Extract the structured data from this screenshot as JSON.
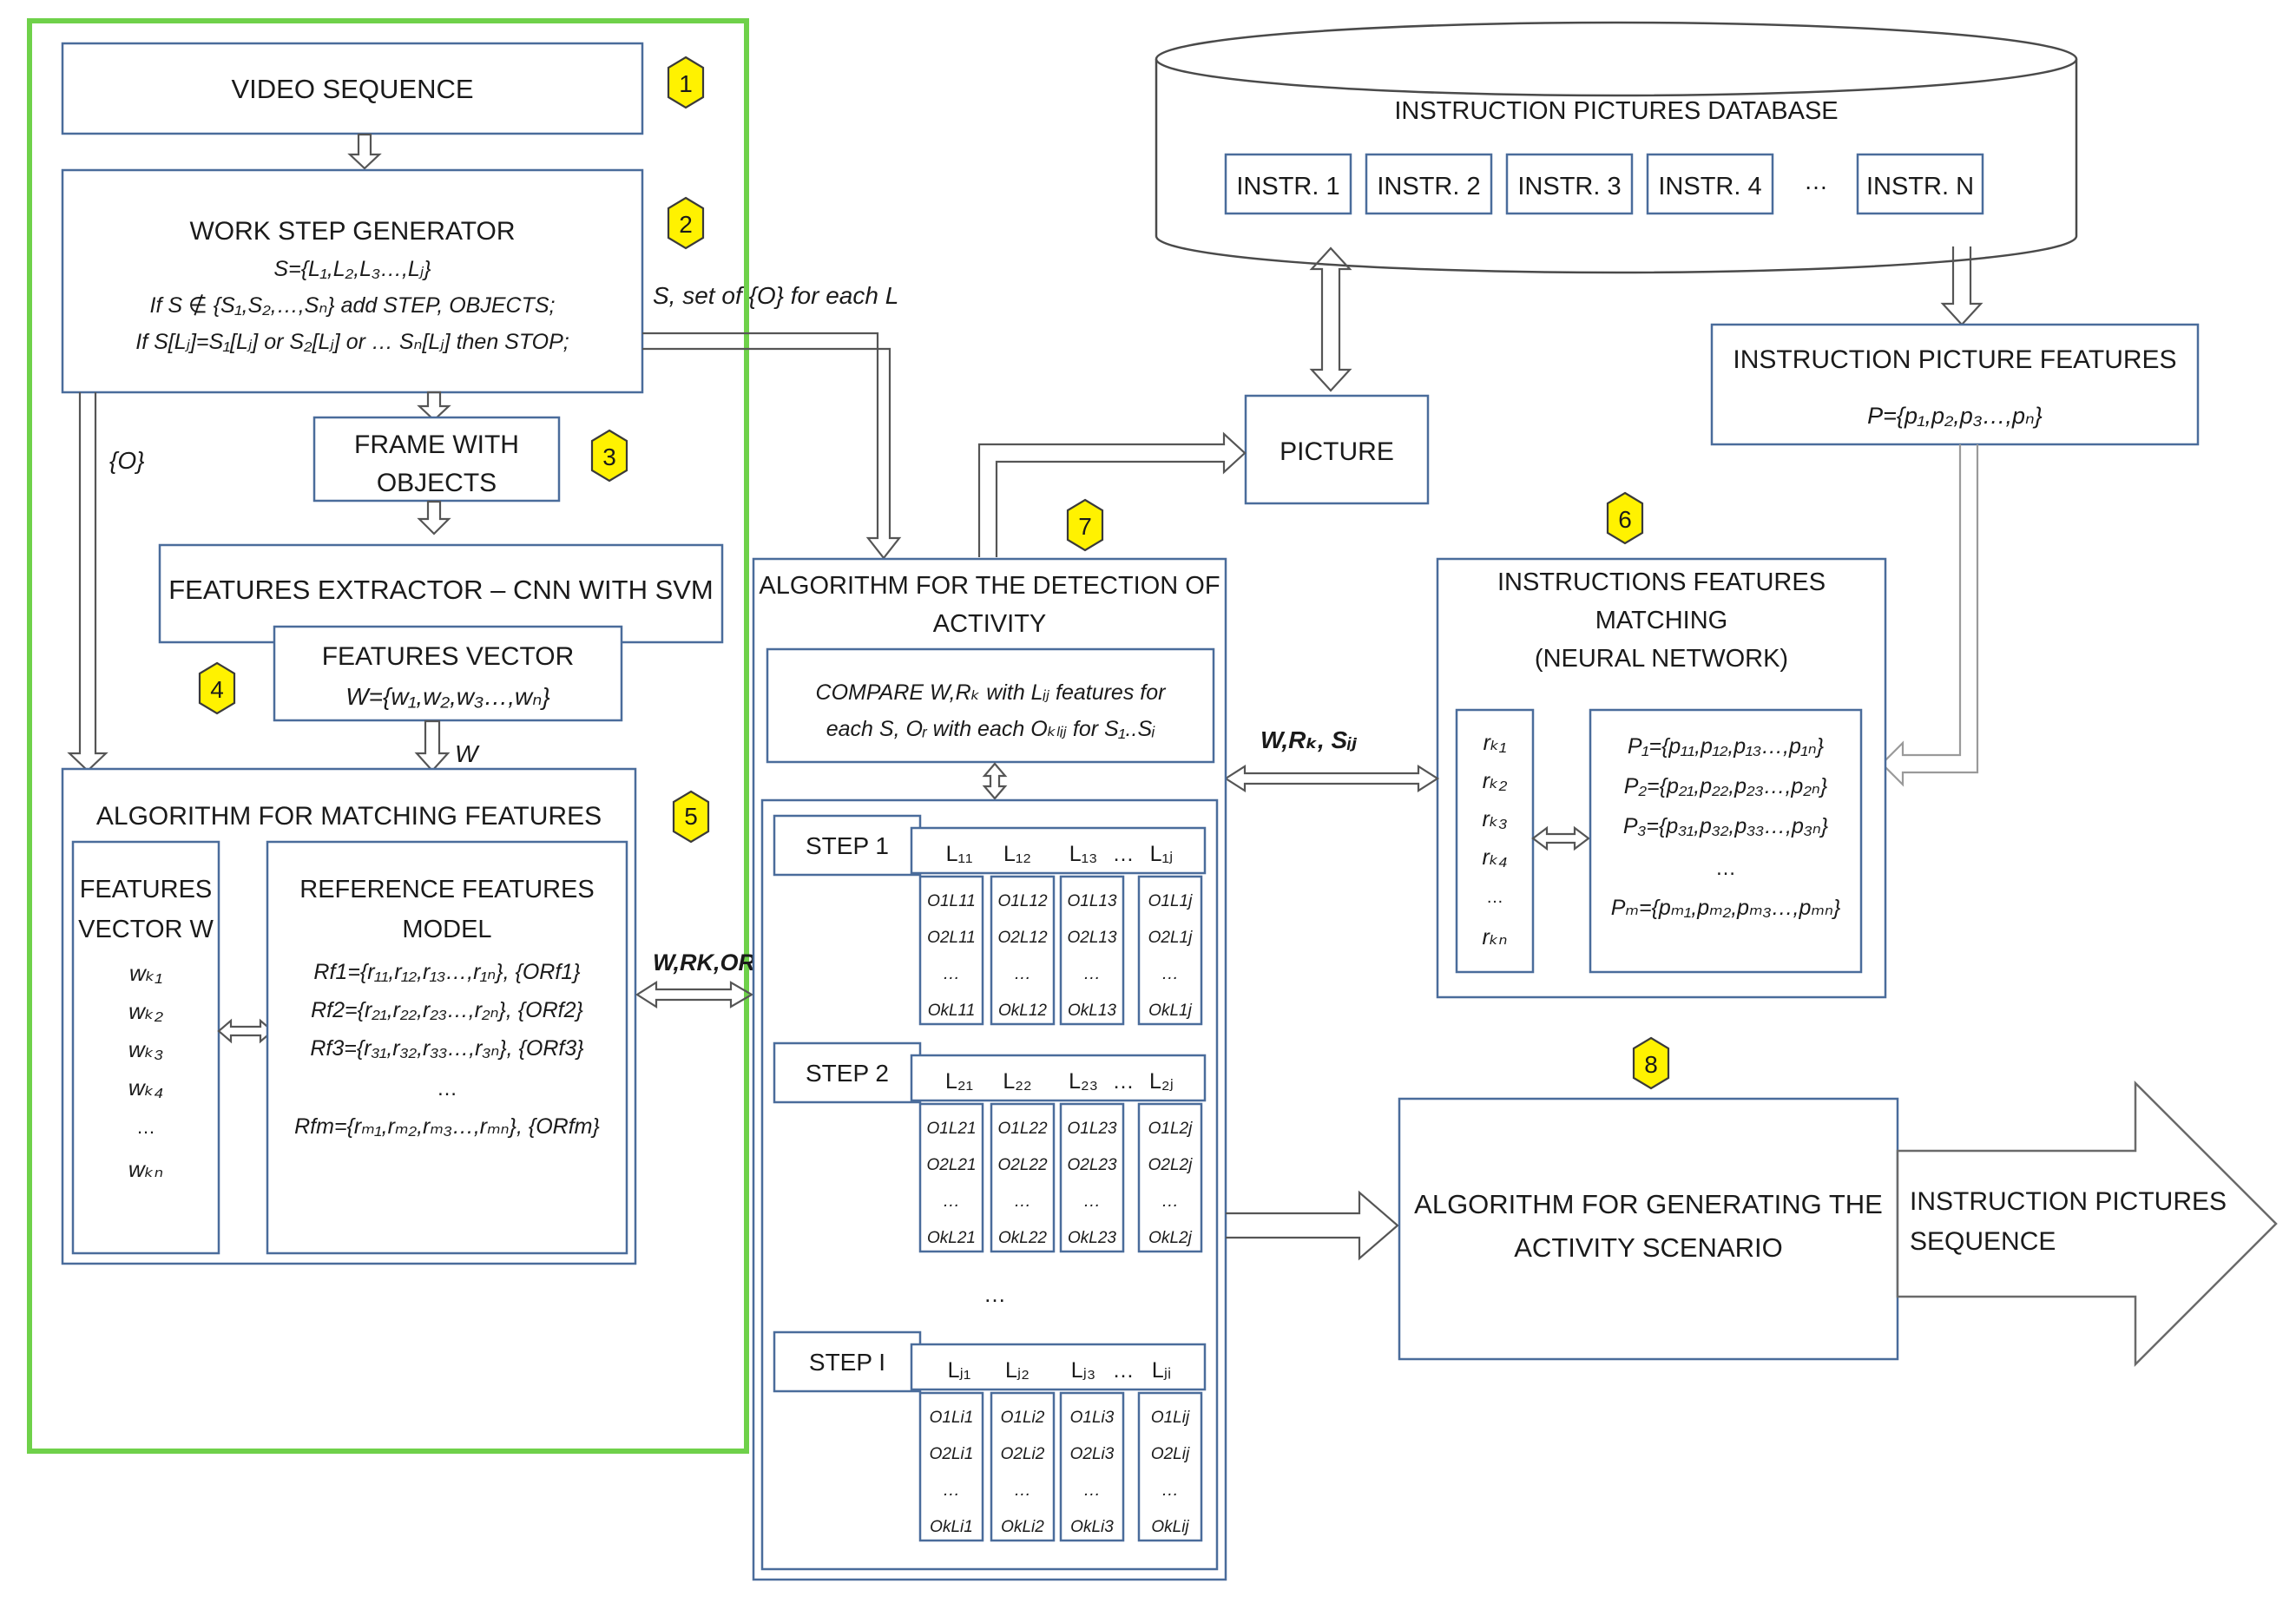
{
  "colors": {
    "box_stroke": "#4a6c9b",
    "green_frame": "#6fd14a",
    "badge": "#fff200",
    "arrow": "#555555"
  },
  "badges": [
    "1",
    "2",
    "3",
    "4",
    "5",
    "6",
    "7",
    "8"
  ],
  "video_sequence": "VIDEO SEQUENCE",
  "work_step_generator": {
    "title": "WORK STEP GENERATOR",
    "line1": "S={L₁,L₂,L₃…,Lⱼ}",
    "line2": "If S ∉ {S₁,S₂,…,Sₙ} add STEP, OBJECTS;",
    "line3": "If S[Lⱼ]=S₁[Lⱼ] or S₂[Lⱼ] or … Sₙ[Lⱼ] then STOP;"
  },
  "label_S_set": "S, set of {O} for each L",
  "label_O": "{O}",
  "frame_with_objects": [
    "FRAME WITH",
    "OBJECTS"
  ],
  "features_extractor": "FEATURES EXTRACTOR – CNN WITH SVM",
  "features_vector": {
    "title": "FEATURES VECTOR",
    "formula": "W={w₁,w₂,w₃…,wₙ}"
  },
  "label_W": "W",
  "matching": {
    "title": "ALGORITHM FOR MATCHING FEATURES",
    "fv_title": [
      "FEATURES",
      "VECTOR W"
    ],
    "fv_items": [
      "wₖ₁",
      "wₖ₂",
      "wₖ₃",
      "wₖ₄",
      "…",
      "wₖₙ"
    ],
    "ref_title": [
      "REFERENCE FEATURES",
      "MODEL"
    ],
    "ref_items": [
      "Rf1={r₁₁,r₁₂,r₁₃…,r₁ₙ}, {ORf1}",
      "Rf2={r₂₁,r₂₂,r₂₃…,r₂ₙ}, {ORf2}",
      "Rf3={r₃₁,r₃₂,r₃₃…,r₃ₙ}, {ORf3}",
      "…",
      "Rfm={rₘ₁,rₘ₂,rₘ₃…,rₘₙ}, {ORfm}"
    ]
  },
  "label_WRO": "W,RK,OR",
  "database": {
    "title": "INSTRUCTION PICTURES DATABASE",
    "items": [
      "INSTR. 1",
      "INSTR. 2",
      "INSTR. 3",
      "INSTR. 4",
      "…",
      "INSTR. N"
    ]
  },
  "instruction_picture_features": {
    "title": "INSTRUCTION PICTURE FEATURES",
    "formula": "P={p₁,p₂,p₃…,pₙ}"
  },
  "picture": "PICTURE",
  "detection": {
    "title": [
      "ALGORITHM FOR THE DETECTION OF",
      "ACTIVITY"
    ],
    "compare": [
      "COMPARE W,Rₖ with Lᵢⱼ features for",
      "each S, Oᵣ with each Oₖₗᵢⱼ for S₁..Sᵢ"
    ],
    "steps": [
      {
        "label": "STEP 1",
        "cols": [
          "L₁₁",
          "L₁₂",
          "L₁₃",
          "…",
          "L₁ⱼ"
        ],
        "cells": [
          [
            "O1L11",
            "O2L11",
            "…",
            "OkL11"
          ],
          [
            "O1L12",
            "O2L12",
            "…",
            "OkL12"
          ],
          [
            "O1L13",
            "O2L13",
            "…",
            "OkL13"
          ],
          [
            "O1L1j",
            "O2L1j",
            "…",
            "OkL1j"
          ]
        ]
      },
      {
        "label": "STEP 2",
        "cols": [
          "L₂₁",
          "L₂₂",
          "L₂₃",
          "…",
          "L₂ⱼ"
        ],
        "cells": [
          [
            "O1L21",
            "O2L21",
            "…",
            "OkL21"
          ],
          [
            "O1L22",
            "O2L22",
            "…",
            "OkL22"
          ],
          [
            "O1L23",
            "O2L23",
            "…",
            "OkL23"
          ],
          [
            "O1L2j",
            "O2L2j",
            "…",
            "OkL2j"
          ]
        ]
      },
      {
        "label": "STEP I",
        "cols": [
          "Lⱼ₁",
          "Lⱼ₂",
          "Lⱼ₃",
          "…",
          "Lⱼᵢ"
        ],
        "cells": [
          [
            "O1Li1",
            "O2Li1",
            "…",
            "OkLi1"
          ],
          [
            "O1Li2",
            "O2Li2",
            "…",
            "OkLi2"
          ],
          [
            "O1Li3",
            "O2Li3",
            "…",
            "OkLi3"
          ],
          [
            "O1Lij",
            "O2Lij",
            "…",
            "OkLij"
          ]
        ]
      }
    ],
    "between_ellipsis": "…"
  },
  "label_WRS": "W,Rₖ, Sᵢⱼ",
  "instructions_matching": {
    "title": [
      "INSTRUCTIONS FEATURES",
      "MATCHING",
      "(NEURAL NETWORK)"
    ],
    "r_items": [
      "rₖ₁",
      "rₖ₂",
      "rₖ₃",
      "rₖ₄",
      "…",
      "rₖₙ"
    ],
    "p_items": [
      "P₁={p₁₁,p₁₂,p₁₃…,p₁ₙ}",
      "P₂={p₂₁,p₂₂,p₂₃…,p₂ₙ}",
      "P₃={p₃₁,p₃₂,p₃₃…,p₃ₙ}",
      "…",
      "Pₘ={pₘ₁,pₘ₂,pₘ₃…,pₘₙ}"
    ]
  },
  "scenario": [
    "ALGORITHM FOR GENERATING THE",
    "ACTIVITY SCENARIO"
  ],
  "output": [
    "INSTRUCTION PICTURES",
    "SEQUENCE"
  ]
}
